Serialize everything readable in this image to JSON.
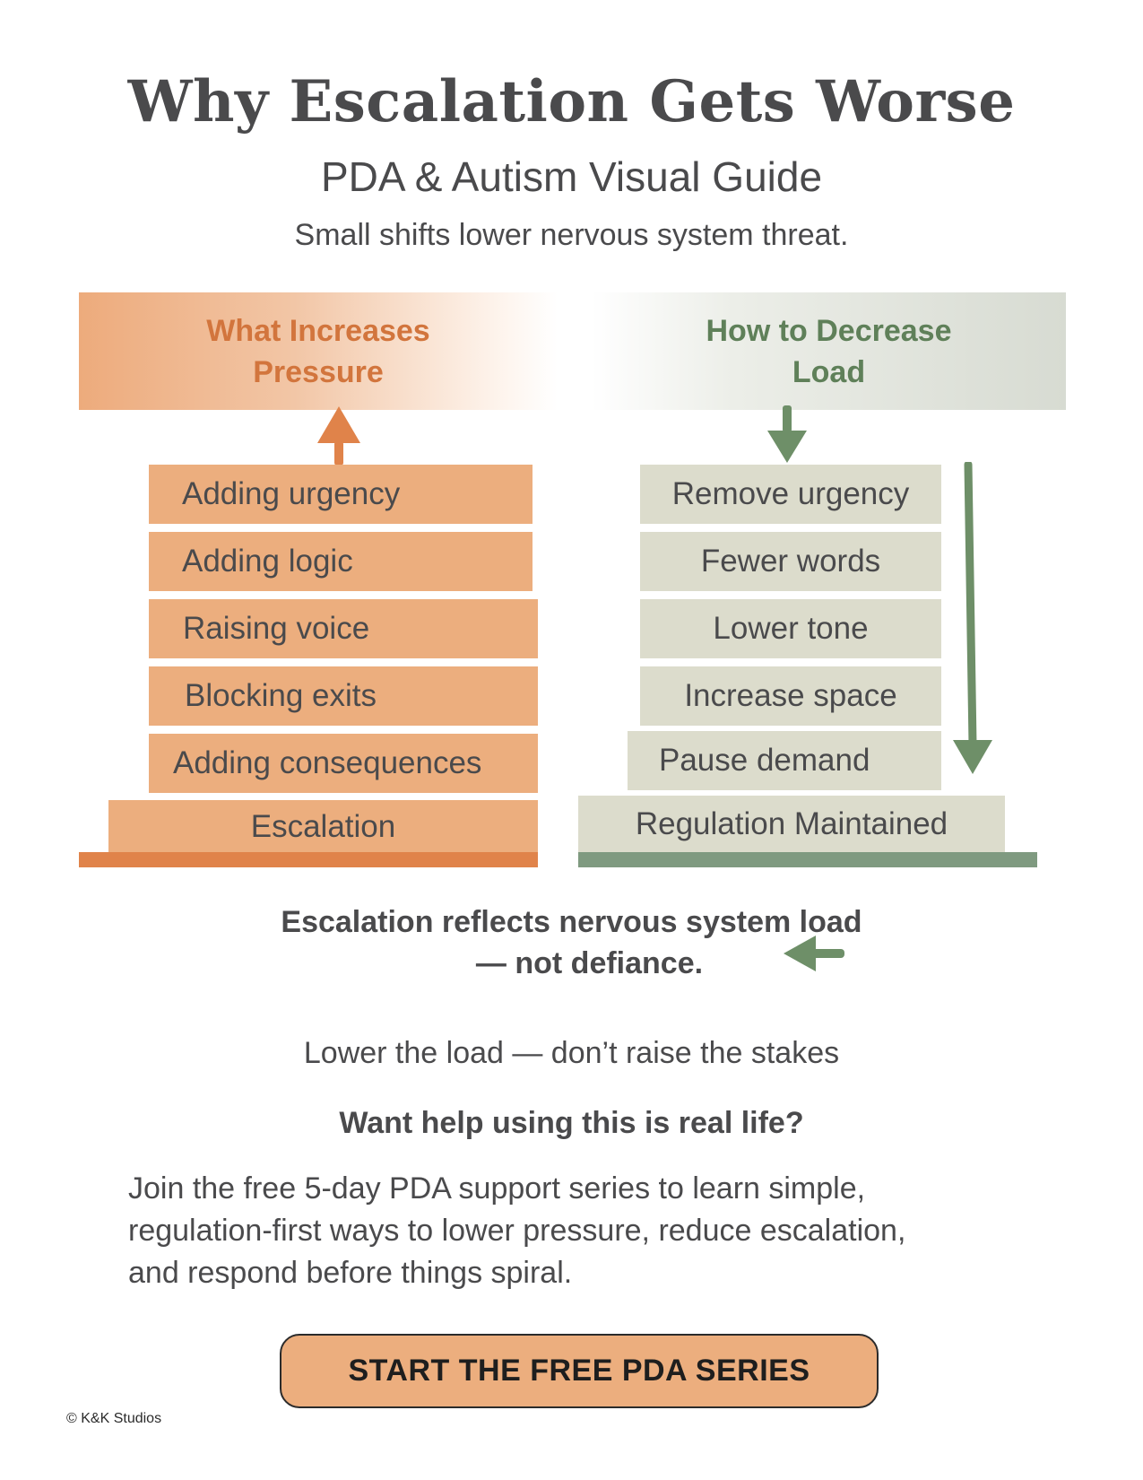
{
  "title": "Why Escalation Gets Worse",
  "subtitle": "PDA & Autism Visual Guide",
  "tagline": "Small shifts lower nervous system threat.",
  "left_column": {
    "header_line1": "What Increases",
    "header_line2": "Pressure",
    "items": [
      "Adding urgency",
      "Adding logic",
      "Raising voice",
      "Blocking exits",
      "Adding consequences"
    ],
    "base": "Escalation"
  },
  "right_column": {
    "header_line1": "How to Decrease",
    "header_line2": "Load",
    "items": [
      "Remove urgency",
      "Fewer words",
      "Lower tone",
      "Increase space",
      "Pause demand"
    ],
    "base": "Regulation Maintained"
  },
  "note": {
    "line1": "Escalation reflects nervous system load",
    "line2": "— not defiance."
  },
  "lower_load": "Lower the load — don’t raise the stakes",
  "help_question": "Want help using this is real life?",
  "join_text": {
    "line1": "Join the free 5-day PDA support series to learn simple,",
    "line2": "regulation-first ways to lower pressure, reduce escalation,",
    "line3": "and respond before things spiral."
  },
  "cta_label": "START THE FREE PDA SERIES",
  "copyright": "© K&K Studios",
  "colors": {
    "orange": "#ecae7e",
    "orange_dark": "#e0834a",
    "orange_text": "#d2753d",
    "sage": "#dcdccc",
    "green": "#6e8f68",
    "green_text": "#5f8059",
    "text": "#4a4a4c"
  },
  "icons": {
    "left_arrow": "arrow-up-icon",
    "right_arrow": "arrow-down-icon",
    "long_arrow": "long-arrow-down-icon",
    "note_arrow": "arrow-left-icon"
  }
}
